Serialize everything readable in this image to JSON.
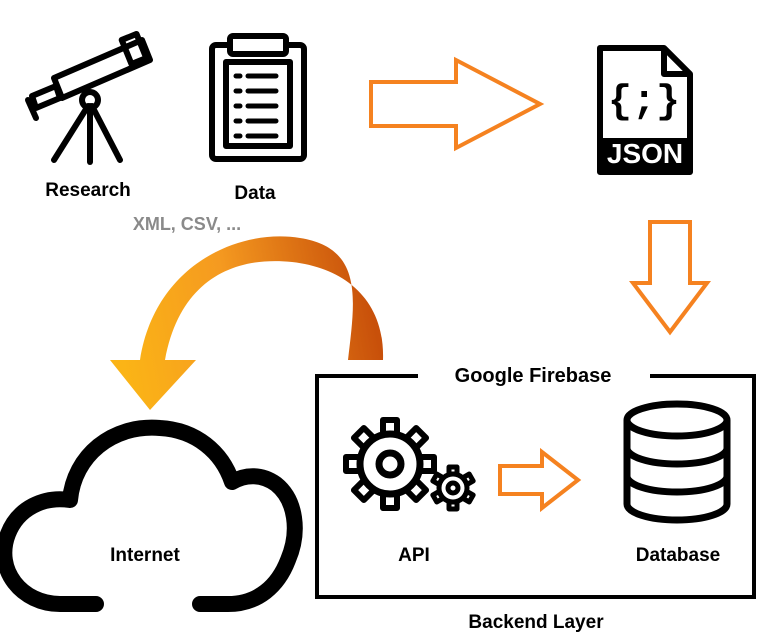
{
  "labels": {
    "research": "Research",
    "data": "Data",
    "formats": "XML, CSV, ...",
    "json": "JSON",
    "json_braces": "{;}",
    "firebase": "Google Firebase",
    "api": "API",
    "database": "Database",
    "internet": "Internet",
    "backend": "Backend Layer"
  },
  "icons": {
    "research": "telescope-icon",
    "data": "clipboard-icon",
    "json": "json-file-icon",
    "api": "gears-icon",
    "database": "database-icon",
    "internet": "cloud-icon"
  },
  "colors": {
    "arrow_stroke": "#f58220",
    "arc_light": "#fbb416",
    "arc_dark": "#c8500a",
    "formats_text": "#8a8a8a",
    "line": "#000000"
  }
}
